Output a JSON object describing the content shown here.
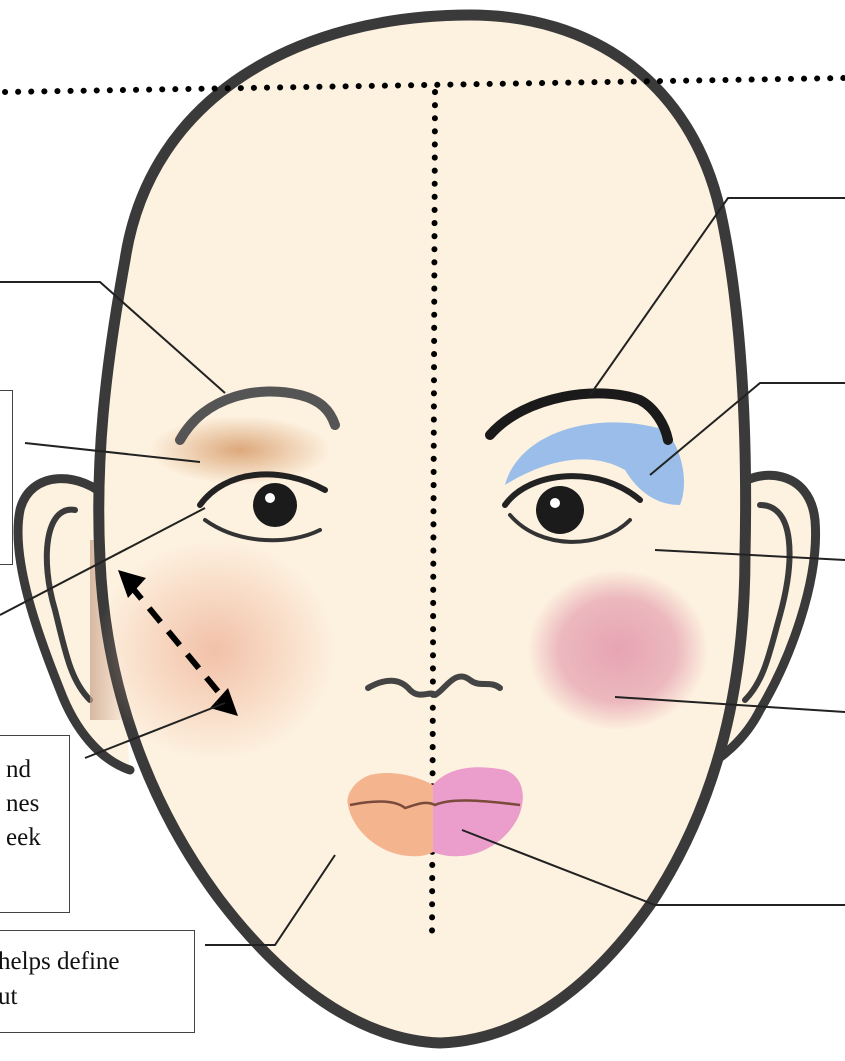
{
  "colors": {
    "skin": "#fdf1df",
    "outline": "#3a3a3a",
    "eyeshadow_left": "#d9a070",
    "eyeshadow_right": "#8fb8ea",
    "blush_left": "#f0b89e",
    "blush_right": "#e5a0b0",
    "lip_left": "#f4b48e",
    "lip_right": "#eb9dcc",
    "guideline": "#000000",
    "label_line": "#222222"
  },
  "labels": {
    "bronzer_caption": {
      "line1": "nd",
      "line2": "nes",
      "line3": "eek"
    },
    "contour_caption": {
      "line1": "helps define",
      "line2": "ut"
    }
  }
}
